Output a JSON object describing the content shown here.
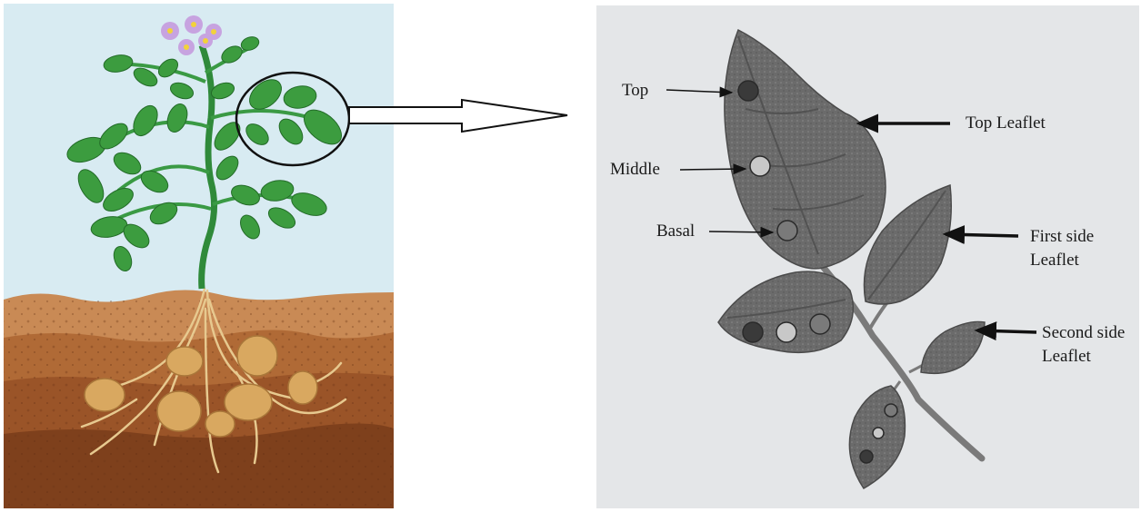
{
  "labels": {
    "top": "Top",
    "middle": "Middle",
    "basal": "Basal",
    "top_leaflet": "Top Leaflet",
    "first_side_line1": "First side",
    "first_side_line2": "Leaflet",
    "second_side_line1": "Second side",
    "second_side_line2": "Leaflet"
  },
  "colors": {
    "sky": "#d8ebf2",
    "soil_top": "#c98a55",
    "soil_mid": "#a8602e",
    "soil_deep": "#8a4a22",
    "stem": "#2f8a3a",
    "leaf": "#3c9c3f",
    "leaf_light": "#6cc05a",
    "flower": "#c7a3e0",
    "tuber": "#d9a860",
    "photo_bg": "#e4e6e8",
    "leaf_gray": "#6d6d6d",
    "spot_dark": "#3a3a3a",
    "spot_light": "#c8c8c8"
  }
}
